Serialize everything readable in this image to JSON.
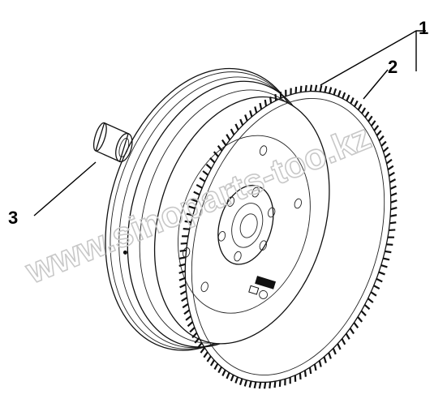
{
  "diagram": {
    "callouts": [
      {
        "id": "1",
        "label": "1"
      },
      {
        "id": "2",
        "label": "2"
      },
      {
        "id": "3",
        "label": "3"
      }
    ],
    "watermark": "www.sinoparts-too.kz",
    "ring_gear_teeth": 130
  }
}
